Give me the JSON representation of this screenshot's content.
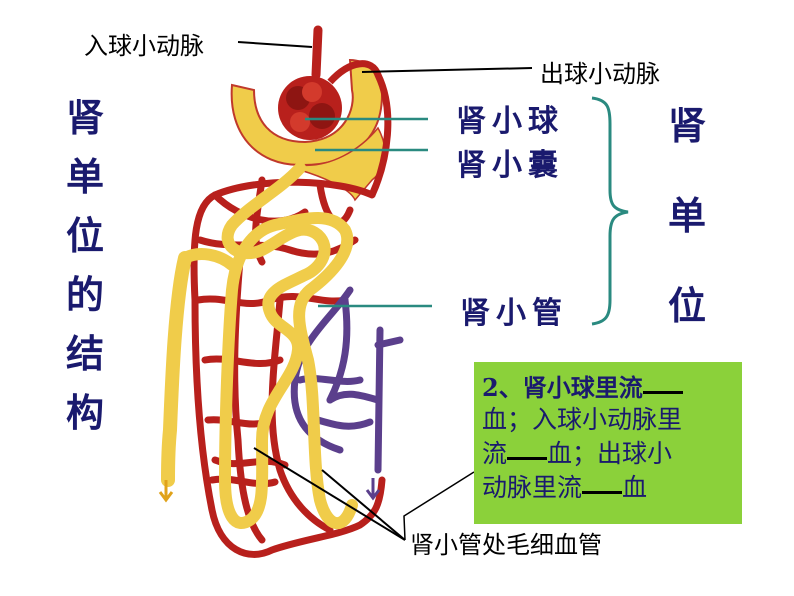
{
  "labels": {
    "afferent_arteriole": "入球小动脉",
    "efferent_arteriole": "出球小动脉",
    "glomerulus": "肾小球",
    "bowmans_capsule": "肾小囊",
    "renal_tubule": "肾小管",
    "peritubular_capillaries": "肾小管处毛细血管"
  },
  "left_title": [
    "肾",
    "单",
    "位",
    "的",
    "结",
    "构"
  ],
  "right_title": [
    "肾",
    "单",
    "位"
  ],
  "question": {
    "line1": "2、肾小球里流",
    "line2": "血；入球小动脉里",
    "line3_a": "流",
    "line3_b": "血；出球小",
    "line4_a": "动脉里流",
    "line4_b": "血"
  },
  "colors": {
    "artery_red": "#b8201c",
    "vein_purple": "#5b3f8c",
    "tubule_yellow": "#f0cc4a",
    "box_green": "#8bd13a",
    "title_navy": "#1a1a6e",
    "leader_teal": "#2a8a80"
  }
}
